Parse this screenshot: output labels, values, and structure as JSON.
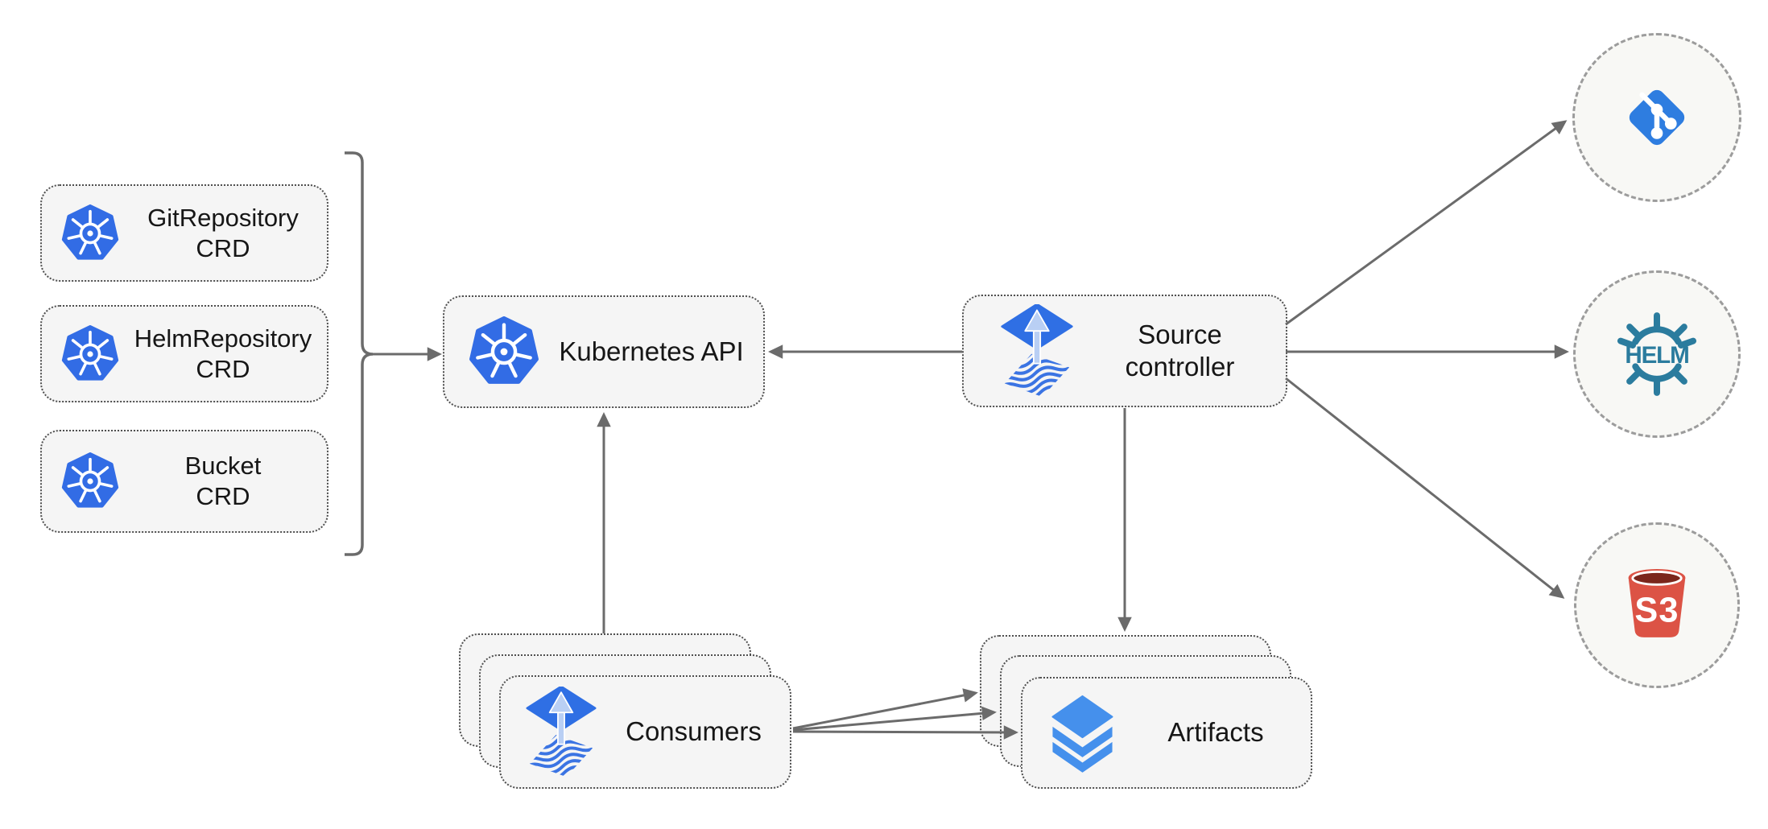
{
  "nodes": {
    "crd_boxes": [
      {
        "line1": "GitRepository",
        "line2": "CRD",
        "icon": "kubernetes-icon"
      },
      {
        "line1": "HelmRepository",
        "line2": "CRD",
        "icon": "kubernetes-icon"
      },
      {
        "line1": "Bucket",
        "line2": "CRD",
        "icon": "kubernetes-icon"
      }
    ],
    "kubernetes_api": {
      "label": "Kubernetes API",
      "icon": "kubernetes-icon"
    },
    "source_controller": {
      "line1": "Source",
      "line2": "controller",
      "icon": "flux-icon"
    },
    "consumers": {
      "label": "Consumers",
      "icon": "flux-icon",
      "stack_count": 3
    },
    "artifacts": {
      "label": "Artifacts",
      "icon": "layers-icon",
      "stack_count": 3
    },
    "external": {
      "git": {
        "icon": "git-icon"
      },
      "helm": {
        "icon": "helm-icon",
        "label": "HELM"
      },
      "s3": {
        "icon": "s3-bucket-icon",
        "label": "S3"
      }
    }
  },
  "edges": [
    {
      "from": "crd-group-bracket",
      "to": "kubernetes-api"
    },
    {
      "from": "source-controller",
      "to": "kubernetes-api"
    },
    {
      "from": "consumers",
      "to": "kubernetes-api"
    },
    {
      "from": "source-controller",
      "to": "artifacts"
    },
    {
      "from": "source-controller",
      "to": "git"
    },
    {
      "from": "source-controller",
      "to": "helm"
    },
    {
      "from": "source-controller",
      "to": "s3"
    },
    {
      "from": "consumers",
      "to": "artifacts"
    },
    {
      "from": "consumers",
      "to": "artifacts"
    },
    {
      "from": "consumers",
      "to": "artifacts"
    }
  ],
  "colors": {
    "kubernetes_blue": "#326CE5",
    "flux_blue": "#2F6FE4",
    "flux_light_blue": "#B9CFF4",
    "layers_blue": "#4590EC",
    "git_blue": "#2E7DE0",
    "helm_teal": "#2B7C9E",
    "s3_red": "#DC5345",
    "s3_dark_red": "#7B261C",
    "box_fill": "#F5F5F5",
    "node_border": "#4F4F4F",
    "circle_fill": "#F8F8F5",
    "circle_border": "#9C9C9C",
    "arrow_gray": "#6B6B6B",
    "text": "#161616"
  }
}
